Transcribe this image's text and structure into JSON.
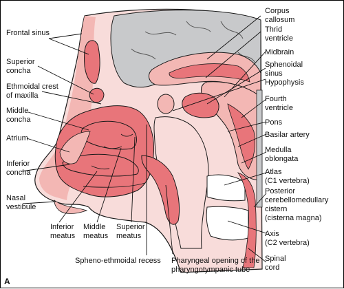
{
  "figure": {
    "panel_letter": "A",
    "colors": {
      "mucosa": "#e8757a",
      "soft_tissue": "#f3b7b4",
      "pale_tissue": "#f8dcda",
      "brain": "#c8c9cb",
      "bone": "#f4f4f4",
      "outline": "#1a1a1a"
    },
    "labels": {
      "frontal_sinus": [
        "Frontal sinus"
      ],
      "superior_concha": [
        "Superior",
        "concha"
      ],
      "ethmoidal_crest": [
        "Ethmoidal crest",
        "of maxilla"
      ],
      "middle_concha": [
        "Middle",
        "concha"
      ],
      "atrium": [
        "Atrium"
      ],
      "inferior_concha": [
        "Inferior",
        "concha"
      ],
      "nasal_vestibule": [
        "Nasal",
        "vestibule"
      ],
      "inferior_meatus": [
        "Inferior",
        "meatus"
      ],
      "middle_meatus": [
        "Middle",
        "meatus"
      ],
      "superior_meatus": [
        "Superior",
        "meatus"
      ],
      "spheno_ethmoidal_recess": [
        "Spheno-ethmoidal recess"
      ],
      "pharyngeal_opening": [
        "Pharyngeal opening of the",
        "pharyngotympanic tube"
      ],
      "corpus_callosum": [
        "Corpus",
        "callosum"
      ],
      "third_ventricle": [
        "Thrid",
        "ventricle"
      ],
      "midbrain": [
        "Midbrain"
      ],
      "sphenoidal_sinus": [
        "Sphenoidal",
        "sinus"
      ],
      "hypophysis": [
        "Hypophysis"
      ],
      "fourth_ventricle": [
        "Fourth",
        "ventricle"
      ],
      "pons": [
        "Pons"
      ],
      "basilar_artery": [
        "Basilar artery"
      ],
      "medulla_oblongata": [
        "Medulla",
        "oblongata"
      ],
      "atlas": [
        "Atlas",
        "(C1 vertebra)"
      ],
      "posterior_cistern": [
        "Posterior",
        "cerebellomedullary",
        "cistern",
        "(cisterna magna)"
      ],
      "axis": [
        "Axis",
        "(C2 vertebra)"
      ],
      "spinal_cord": [
        "Spinal",
        "cord"
      ]
    }
  }
}
